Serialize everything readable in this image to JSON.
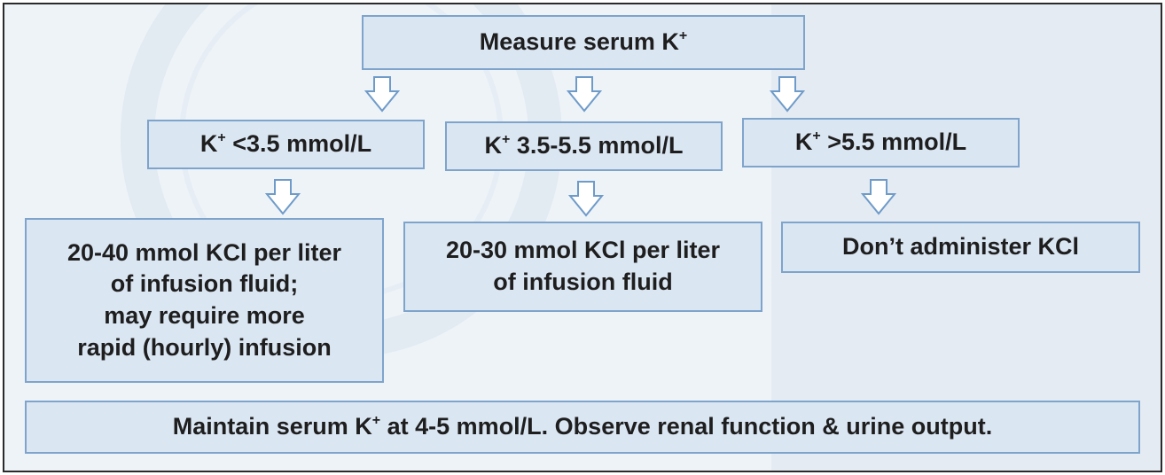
{
  "top": {
    "label": "Measure serum K",
    "sup": "+"
  },
  "conditions": [
    {
      "pre": "K",
      "sup": "+",
      "post": " <3.5 mmol/L"
    },
    {
      "pre": "K",
      "sup": "+",
      "post": " 3.5-5.5 mmol/L"
    },
    {
      "pre": "K",
      "sup": "+",
      "post": " >5.5 mmol/L"
    }
  ],
  "actions": [
    {
      "lines": [
        "20-40 mmol KCl per liter",
        "of infusion fluid;",
        "may require more",
        "rapid (hourly) infusion"
      ]
    },
    {
      "lines": [
        "20-30 mmol KCl per liter",
        "of infusion fluid"
      ]
    },
    {
      "lines": [
        "Don’t administer KCl"
      ]
    }
  ],
  "footer": {
    "pre": "Maintain serum K",
    "sup": "+",
    "post": " at 4-5 mmol/L. Observe renal function & urine output."
  },
  "colors": {
    "box_fill": "#dbe6f3",
    "box_border": "#7fa4cc",
    "arrow_fill": "#ffffff",
    "arrow_stroke": "#6f9bc9",
    "text": "#1e1e1e"
  }
}
